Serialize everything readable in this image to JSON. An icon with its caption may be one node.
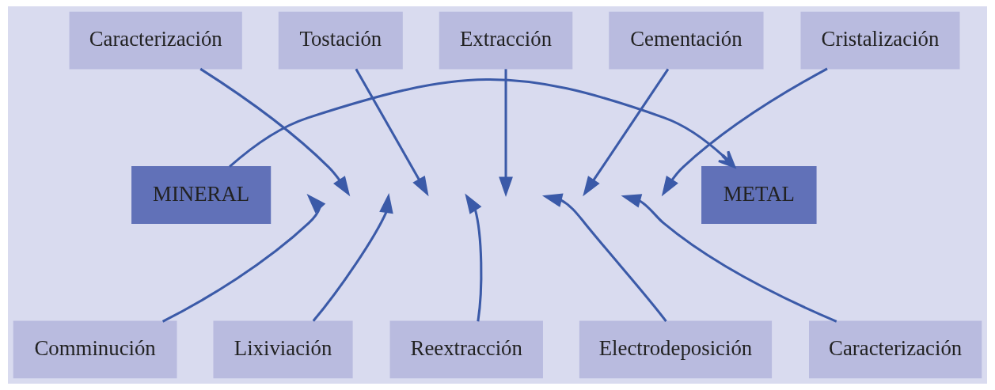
{
  "diagram": {
    "nodes": [
      {
        "text": [
          "Caracterización"
        ]
      },
      {
        "text": [
          "Tostación"
        ]
      },
      {
        "text": [
          "Extracción"
        ]
      },
      {
        "text": [
          "Cementación"
        ]
      },
      {
        "text": [
          "Cristalización"
        ]
      },
      {
        "text": [
          "MINERAL"
        ]
      },
      {
        "text": [
          "METAL"
        ]
      },
      {
        "text": [
          "Comminución"
        ]
      },
      {
        "text": [
          "Lixiviación"
        ]
      },
      {
        "text": [
          "Reextracción"
        ]
      },
      {
        "text": [
          "Electrodeposición"
        ]
      },
      {
        "text": [
          "Caracterización"
        ]
      }
    ],
    "edges": [
      {
        "from": 5,
        "to": 6,
        "arrow": "to"
      },
      {
        "from": 0,
        "to": null,
        "arrow": "to"
      },
      {
        "from": 1,
        "to": null,
        "arrow": "to"
      },
      {
        "from": 2,
        "to": null,
        "arrow": "to"
      },
      {
        "from": 3,
        "to": null,
        "arrow": "to"
      },
      {
        "from": 4,
        "to": null,
        "arrow": "to"
      },
      {
        "from": 7,
        "to": null,
        "arrow": "to"
      },
      {
        "from": 8,
        "to": null,
        "arrow": "to"
      },
      {
        "from": 9,
        "to": null,
        "arrow": "to"
      },
      {
        "from": 10,
        "to": null,
        "arrow": "to"
      },
      {
        "from": 11,
        "to": null,
        "arrow": "to"
      }
    ]
  }
}
